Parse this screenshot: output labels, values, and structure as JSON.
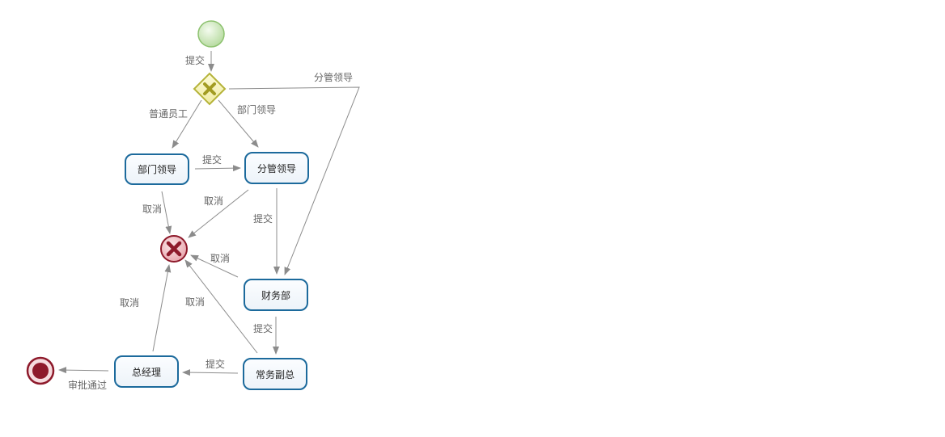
{
  "diagram": {
    "tasks": {
      "dept_leader": "部门领导",
      "division_leader": "分管领导",
      "finance": "财务部",
      "exec_vp": "常务副总",
      "gm": "总经理"
    },
    "flows": {
      "start_submit": "提交",
      "gw_regular": "普通员工",
      "gw_dept": "部门领导",
      "gw_division": "分管领导",
      "dept_submit": "提交",
      "dept_cancel": "取消",
      "division_cancel": "取消",
      "division_submit": "提交",
      "finance_cancel": "取消",
      "finance_submit": "提交",
      "vp_cancel": "取消",
      "vp_submit": "提交",
      "gm_cancel": "取消",
      "gm_approve": "审批通过"
    },
    "colors": {
      "task_border": "#1c6a9c",
      "edge": "#8c8c8c",
      "label": "#666666",
      "gateway": "#b5b339",
      "cancel_end": "#8e1a2b",
      "start": "#8dc26f"
    },
    "icons": {
      "start": "start-event-icon",
      "gateway": "exclusive-gateway-icon",
      "cancel": "cancel-end-event-icon",
      "end": "end-event-icon"
    }
  }
}
